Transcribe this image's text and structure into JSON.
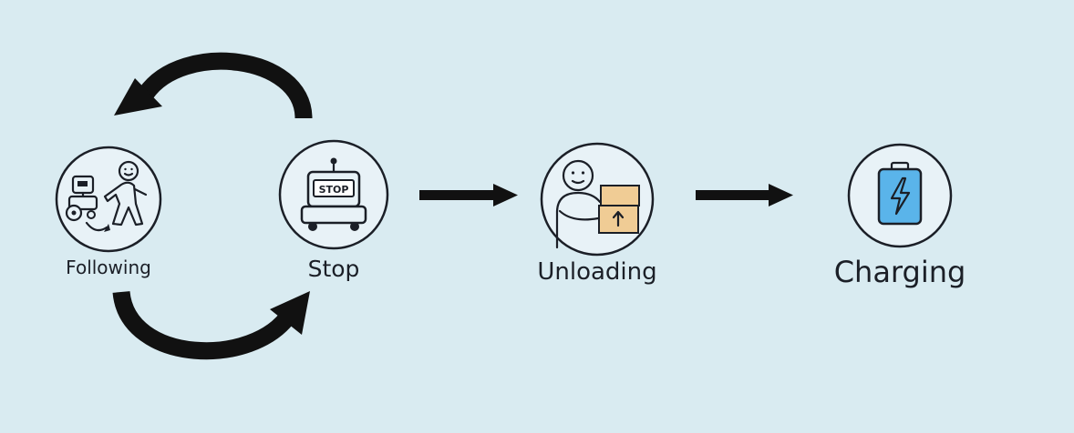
{
  "nodes": {
    "following": {
      "label": "Following"
    },
    "stop": {
      "label": "Stop",
      "sign_text": "STOP"
    },
    "unloading": {
      "label": "Unloading"
    },
    "charging": {
      "label": "Charging"
    }
  },
  "colors": {
    "background": "#d9ebf1",
    "circle_fill": "#e8f2f7",
    "outline": "#1b1f27",
    "box": "#f0cc95",
    "battery": "#5ab4ea"
  }
}
